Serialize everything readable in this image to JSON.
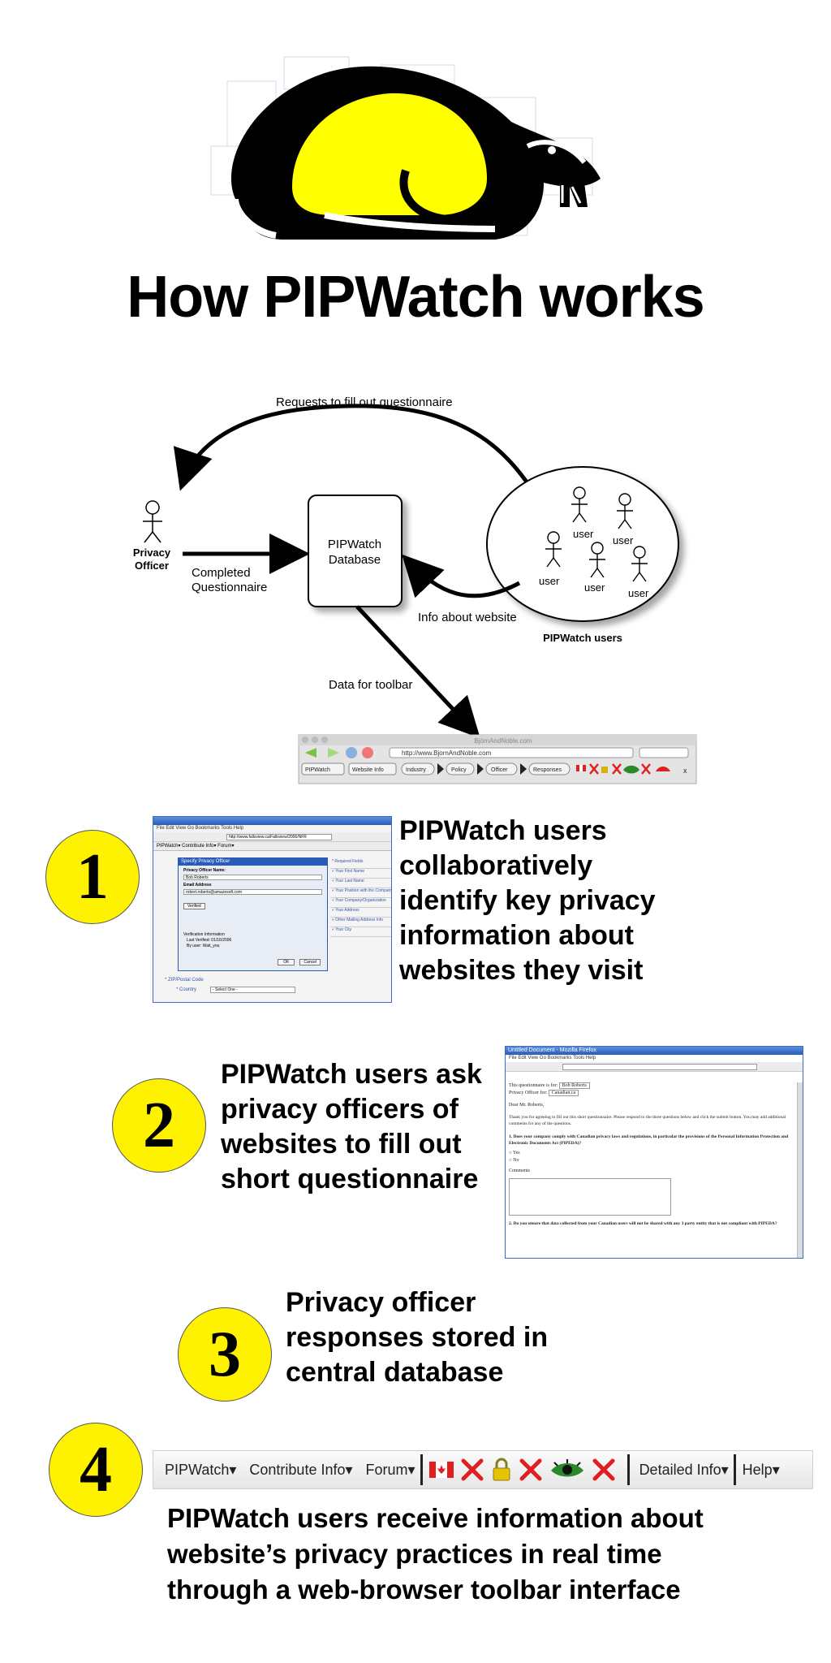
{
  "title": "How PIPWatch works",
  "colors": {
    "accent_yellow": "#fff200",
    "beaver_yellow": "#ffff00",
    "toolbar_red": "#e02020"
  },
  "diagram": {
    "requests_label": "Requests to fill out questionnaire",
    "privacy_officer_label_1": "Privacy",
    "privacy_officer_label_2": "Officer",
    "completed_label_1": "Completed",
    "completed_label_2": "Questionnaire",
    "database_label_1": "PIPWatch",
    "database_label_2": "Database",
    "info_label": "Info about website",
    "users_group_label": "PIPWatch users",
    "user_label": "user",
    "toolbar_data_label": "Data for toolbar",
    "browser_title": "BjörnAndNoble.com",
    "browser_url": "http://www.BjornAndNoble.com",
    "toolbar_items": [
      "PIPWatch",
      "Website Info",
      "Industry",
      "Policy",
      "Officer",
      "Responses"
    ]
  },
  "steps": [
    {
      "number": "1",
      "text_lines": [
        "PIPWatch users",
        "collaboratively",
        "identify key privacy",
        "information about",
        "websites they visit"
      ]
    },
    {
      "number": "2",
      "text_lines": [
        "PIPWatch users ask",
        "privacy officers of",
        "websites to fill out",
        "short questionnaire"
      ]
    },
    {
      "number": "3",
      "text_lines": [
        "Privacy officer",
        "responses stored in",
        "central database"
      ]
    },
    {
      "number": "4",
      "text_lines": [
        "PIPWatch users receive information about",
        "website’s privacy practices in real time",
        "through a web-browser toolbar interface"
      ]
    }
  ],
  "screenshot1": {
    "menu": "File  Edit  View  Go  Bookmarks  Tools  Help",
    "url": "http://www.fallsview.ca/Fallsview/2006/NFR",
    "toolbar": "PIPWatch▾  Contribute Info▾  Forum▾",
    "dialog_title": "Specify Privacy Officer",
    "officer_name_label": "Privacy Officer Name:",
    "officer_name": "Bob Roberts",
    "email_label": "Email Address",
    "email": "robert.roberts@amazesoft.com",
    "verified": "Verified",
    "verification_info": "Verification Information",
    "last_verified": "Last Verified:  01/16/2006",
    "by_user": "By user:  Wait_you",
    "ok": "OK",
    "cancel": "Cancel",
    "zip_label": "* ZIP/Postal Code",
    "country_label": "* Country",
    "country_value": "- Select One -",
    "right_fields": [
      "* Required Fields",
      "« Your First Name",
      "« Your Last Name",
      "« Your Position with the Company",
      "« Your Company/Organization",
      "« Your Address",
      "« Other Mailing Address Info",
      "« Your City"
    ]
  },
  "screenshot2": {
    "title": "Untitled Document - Mozilla Firefox",
    "menu": "File  Edit  View  Go  Bookmarks  Tools  Help",
    "q_for": "This questionnaire is for:",
    "q_for_value": "Bob Roberts",
    "po_for": "Privacy Officer for:",
    "po_for_value": "Canadian.ca",
    "dear": "Dear Mr. Roberts,",
    "thanks": "Thank you for agreeing to fill out this short questionnaire. Please respond to the three questions below and click the submit button. You may add additional comments for any of the questions.",
    "q1": "1. Does your company comply with Canadian privacy laws and regulations, in particular the provisions of the Personal Information Protection and Electronic Documents Act (PIPEDA)?",
    "yes": "Yes",
    "no": "No",
    "comments": "Comments",
    "q2": "2. Do you ensure that data collected from your Canadian users will not be shared with any 3 party entity that is not compliant with PIPEDA?"
  },
  "toolbar": {
    "pipwatch": "PIPWatch▾",
    "contribute": "Contribute Info▾",
    "forum": "Forum▾",
    "detailed": "Detailed Info▾",
    "help": "Help▾"
  }
}
